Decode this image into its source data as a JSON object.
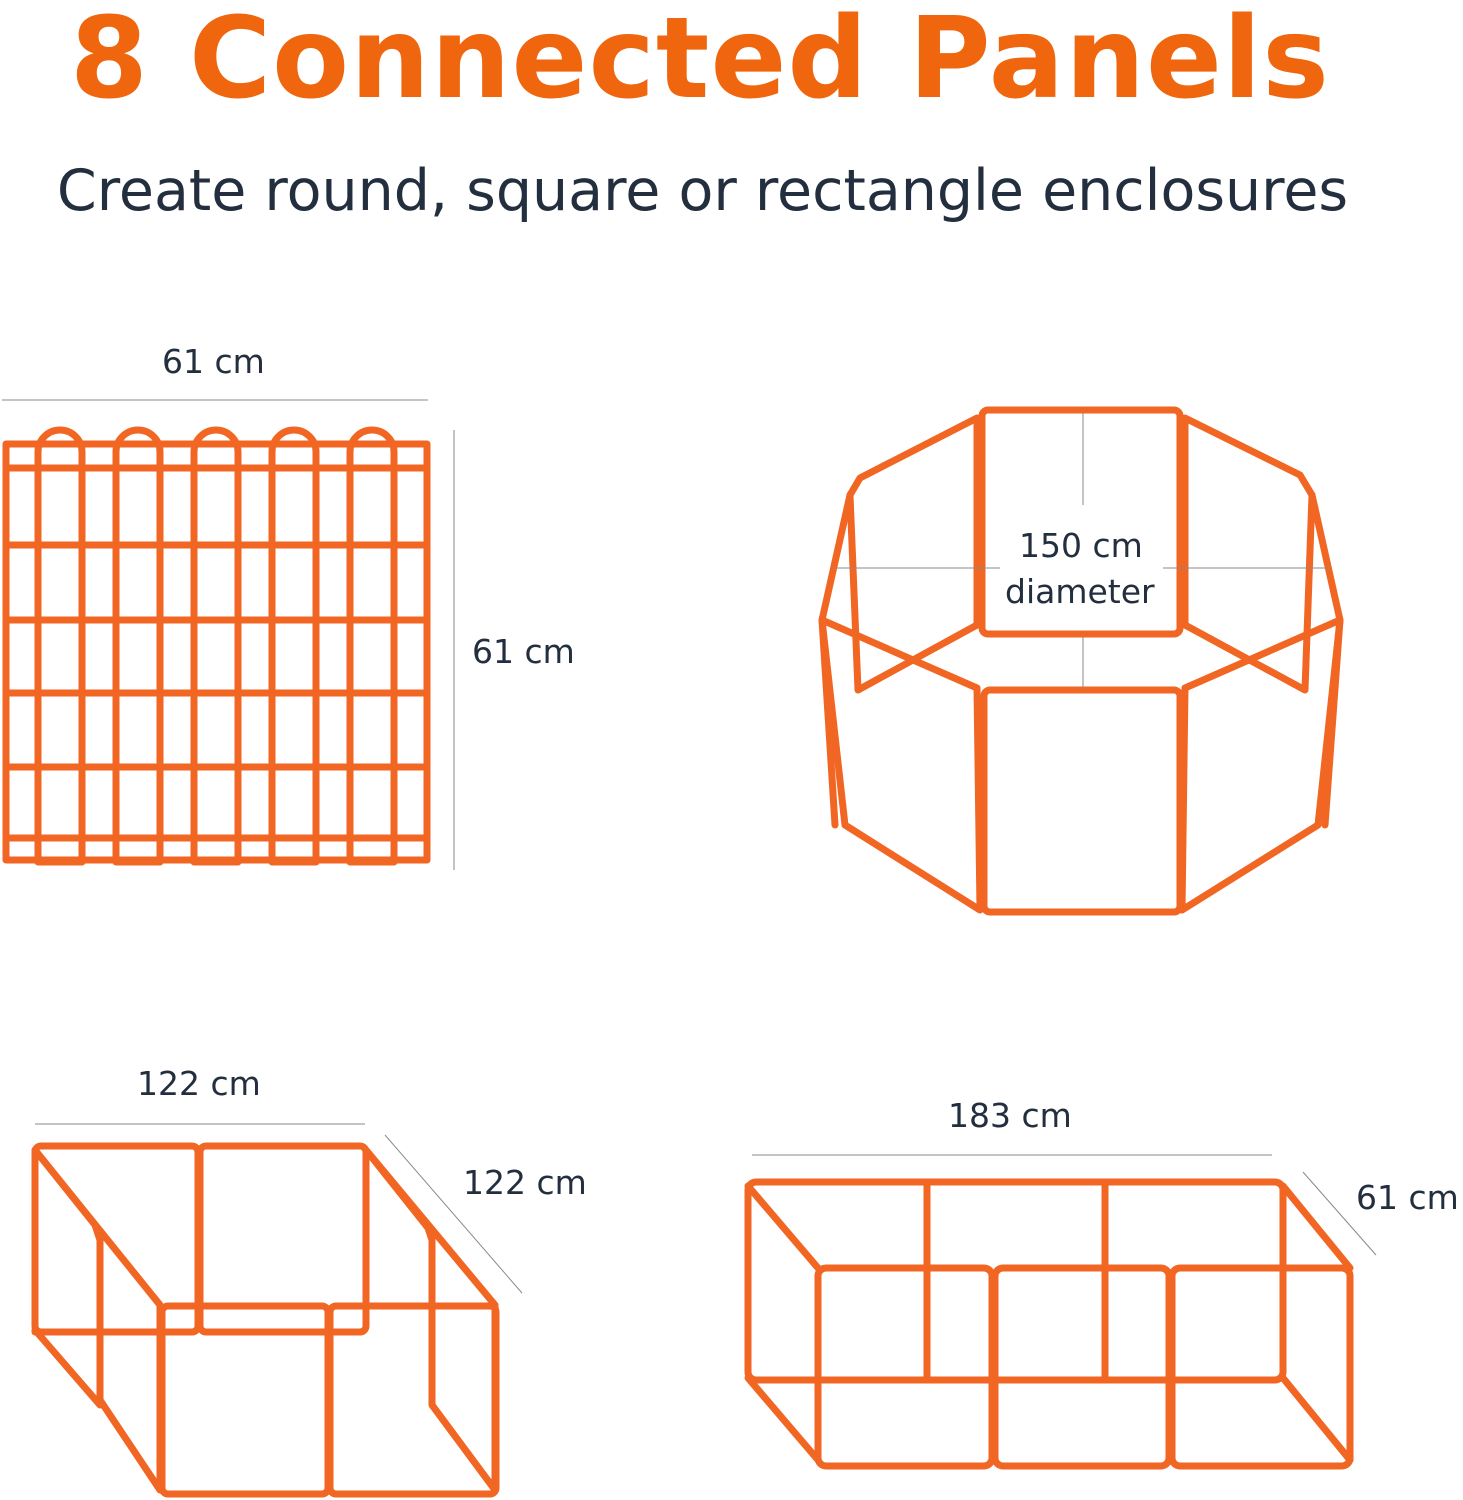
{
  "title": "8 Connected Panels",
  "subtitle": "Create round, square or rectangle enclosures",
  "colors": {
    "accent": "#f26624",
    "text": "#232f3e"
  },
  "single_panel": {
    "width": "61 cm",
    "height": "61 cm"
  },
  "round": {
    "size": "150 cm",
    "label": "diameter"
  },
  "square": {
    "width": "122 cm",
    "depth": "122 cm"
  },
  "rectangle": {
    "width": "183 cm",
    "depth": "61 cm"
  }
}
